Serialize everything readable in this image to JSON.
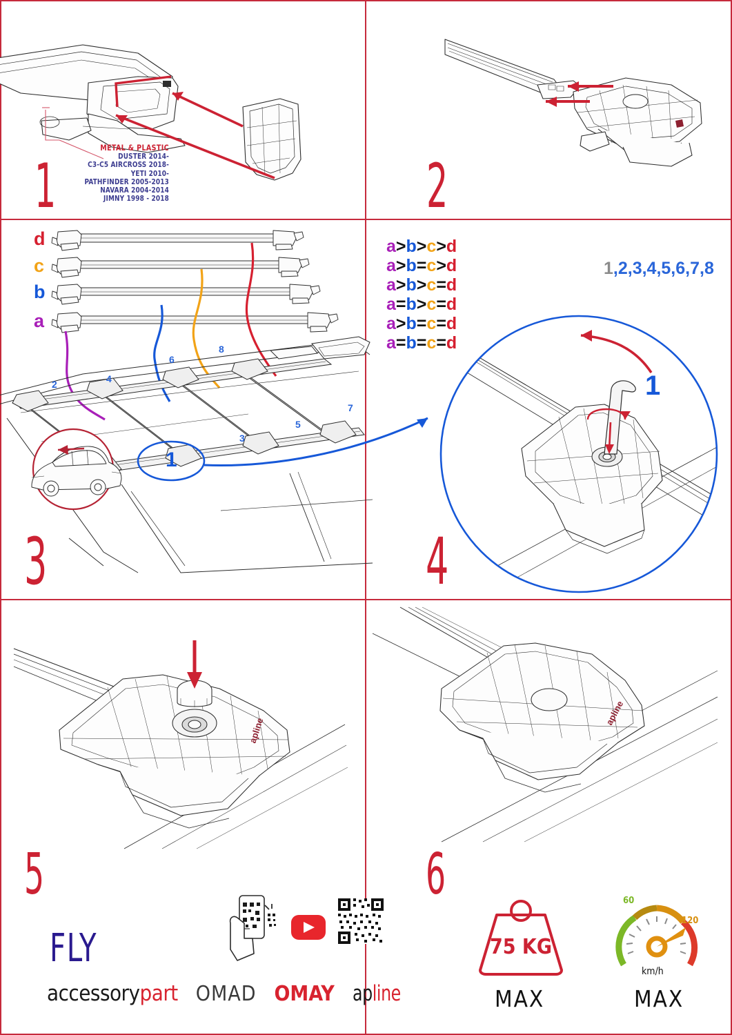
{
  "document": {
    "type": "roof-rack-installation-instructions",
    "accent_red": "#cc2233",
    "accent_blue": "#2a66d9",
    "accent_navy": "#2a1a8f"
  },
  "steps": [
    {
      "number": "1"
    },
    {
      "number": "2"
    },
    {
      "number": "3"
    },
    {
      "number": "4"
    },
    {
      "number": "5"
    },
    {
      "number": "6"
    }
  ],
  "panel1": {
    "compat_title": "METAL & PLASTIC",
    "vehicles": [
      "DUSTER 2014-",
      "C3-C5 AIRCROSS 2018-",
      "YETI 2010-",
      "PATHFINDER 2005-2013",
      "NAVARA 2004-2014",
      "JIMNY 1998 - 2018"
    ]
  },
  "panel3": {
    "bar_labels": [
      {
        "letter": "d",
        "color": "#d62030"
      },
      {
        "letter": "c",
        "color": "#f2a317"
      },
      {
        "letter": "b",
        "color": "#1658d8"
      },
      {
        "letter": "a",
        "color": "#a81fb8"
      }
    ],
    "equations": [
      [
        {
          "t": "a",
          "c": "a"
        },
        {
          "t": ">",
          "c": "op"
        },
        {
          "t": "b",
          "c": "b"
        },
        {
          "t": ">",
          "c": "op"
        },
        {
          "t": "c",
          "c": "c"
        },
        {
          "t": ">",
          "c": "op"
        },
        {
          "t": "d",
          "c": "d"
        }
      ],
      [
        {
          "t": "a",
          "c": "a"
        },
        {
          "t": ">",
          "c": "op"
        },
        {
          "t": "b",
          "c": "b"
        },
        {
          "t": "=",
          "c": "op"
        },
        {
          "t": "c",
          "c": "c"
        },
        {
          "t": ">",
          "c": "op"
        },
        {
          "t": "d",
          "c": "d"
        }
      ],
      [
        {
          "t": "a",
          "c": "a"
        },
        {
          "t": ">",
          "c": "op"
        },
        {
          "t": "b",
          "c": "b"
        },
        {
          "t": ">",
          "c": "op"
        },
        {
          "t": "c",
          "c": "c"
        },
        {
          "t": "=",
          "c": "op"
        },
        {
          "t": "d",
          "c": "d"
        }
      ],
      [
        {
          "t": "a",
          "c": "a"
        },
        {
          "t": "=",
          "c": "op"
        },
        {
          "t": "b",
          "c": "b"
        },
        {
          "t": ">",
          "c": "op"
        },
        {
          "t": "c",
          "c": "c"
        },
        {
          "t": "=",
          "c": "op"
        },
        {
          "t": "d",
          "c": "d"
        }
      ],
      [
        {
          "t": "a",
          "c": "a"
        },
        {
          "t": ">",
          "c": "op"
        },
        {
          "t": "b",
          "c": "b"
        },
        {
          "t": "=",
          "c": "op"
        },
        {
          "t": "c",
          "c": "c"
        },
        {
          "t": "=",
          "c": "op"
        },
        {
          "t": "d",
          "c": "d"
        }
      ],
      [
        {
          "t": "a",
          "c": "a"
        },
        {
          "t": "=",
          "c": "op"
        },
        {
          "t": "b",
          "c": "b"
        },
        {
          "t": "=",
          "c": "op"
        },
        {
          "t": "c",
          "c": "c"
        },
        {
          "t": "=",
          "c": "op"
        },
        {
          "t": "d",
          "c": "d"
        }
      ]
    ],
    "mount_numbers": [
      "2",
      "3",
      "4",
      "5",
      "6",
      "7",
      "8"
    ],
    "detail_callout": "1"
  },
  "panel4": {
    "sequence_first": "1",
    "sequence_rest": ",2,3,4,5,6,7,8",
    "callout": "1"
  },
  "panel5": {
    "brand_fly": "FLY",
    "brands": [
      {
        "dark": "accessory",
        "red": "part"
      },
      {
        "text": "OMAD"
      },
      {
        "text": "OMAY"
      },
      {
        "dark": "ap",
        "red": "line"
      }
    ],
    "icons": [
      "qr-scan-phone-icon",
      "youtube-icon",
      "qr-code-icon"
    ]
  },
  "panel6": {
    "weight_value": "75 KG",
    "weight_max_label": "MAX",
    "gauge_min": "60",
    "gauge_max": "120",
    "gauge_unit": "km/h",
    "speed_max_label": "MAX"
  },
  "product_mark": "apline"
}
